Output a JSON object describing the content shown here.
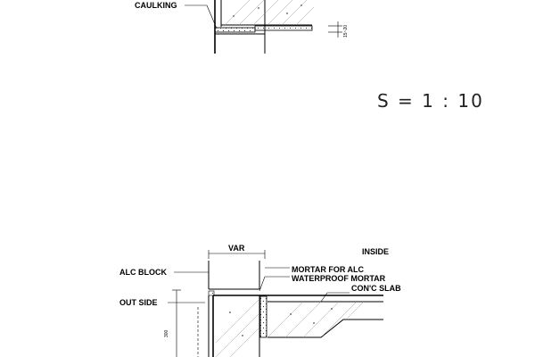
{
  "top_detail": {
    "label_caulking": "CAULKING",
    "dim_text": "15~20"
  },
  "scale": {
    "text": "S = 1 : 10"
  },
  "bottom_detail": {
    "label_var": "VAR",
    "label_inside": "INSIDE",
    "label_alc_block": "ALC BLOCK",
    "label_mortar_alc": "MORTAR FOR ALC",
    "label_waterproof": "WATERPROOF MORTAR",
    "label_conc_slab": "CON'C SLAB",
    "label_outside": "OUT SIDE",
    "dim_300": "300"
  }
}
